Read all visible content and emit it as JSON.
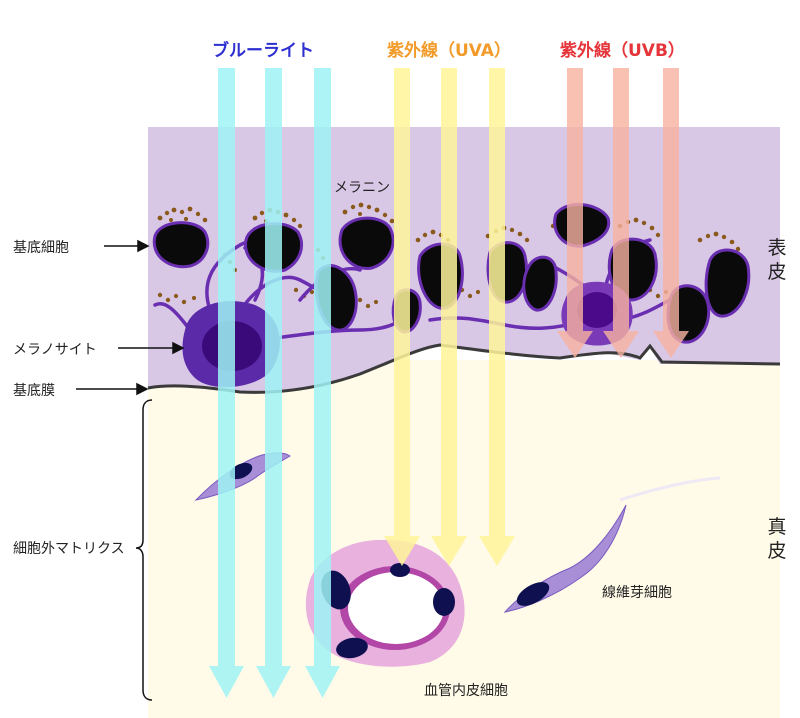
{
  "headers": {
    "blue_light": "ブルーライト",
    "uva": "紫外線（UVA）",
    "uvb": "紫外線（UVB）"
  },
  "labels": {
    "melanin": "メラニン",
    "basal_cell": "基底細胞",
    "melanocyte": "メラノサイト",
    "basement_membrane": "基底膜",
    "ecm": "細胞外マトリクス",
    "fibroblast": "線維芽細胞",
    "endothelial": "血管内皮細胞"
  },
  "layers": {
    "epidermis": "表皮",
    "dermis": "真皮"
  },
  "colors": {
    "blue_light": "#2d2fd0",
    "uva": "#f29b2a",
    "uvb": "#e5353a",
    "epidermis_bg": "#d9c7e6",
    "dermis_bg": "#fffbe8",
    "cyan_arrow": "#9ff3f5",
    "yellow_arrow": "#fff59a",
    "salmon_arrow": "#f8b2a0"
  }
}
